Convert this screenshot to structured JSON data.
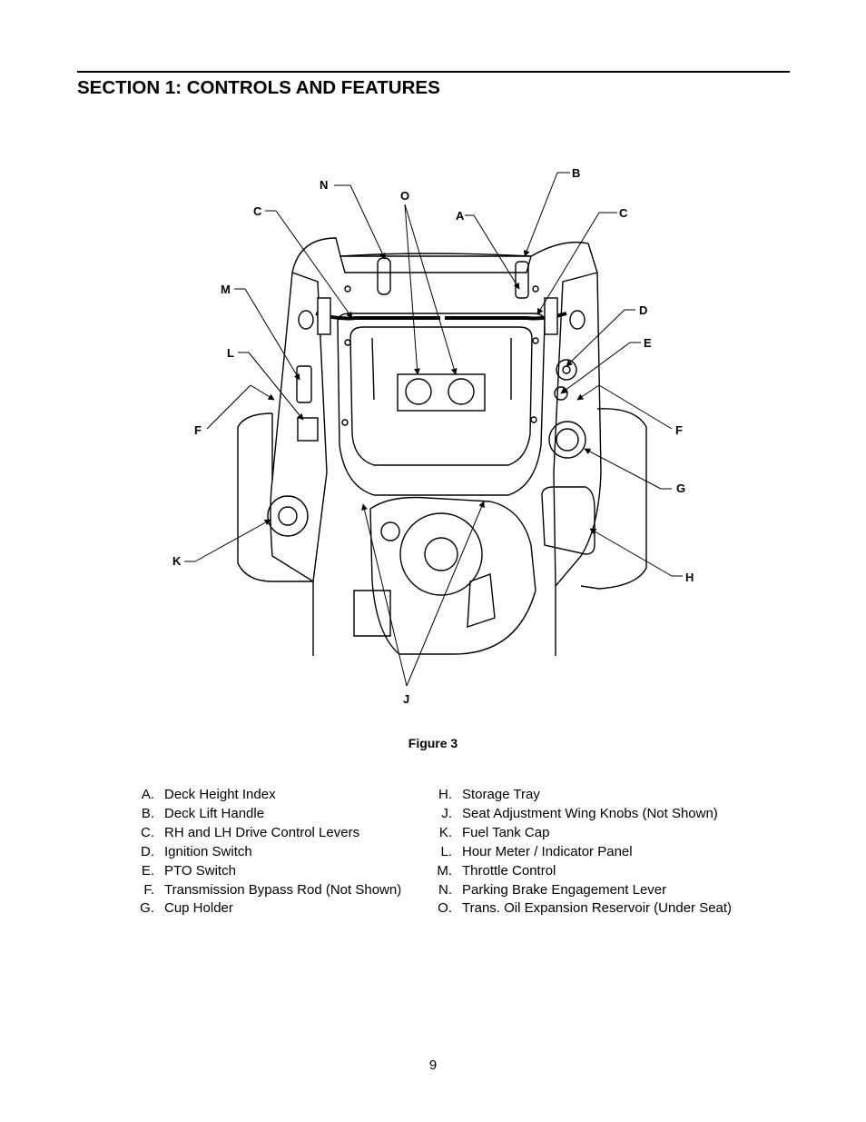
{
  "header": {
    "title": "SECTION 1: CONTROLS AND FEATURES"
  },
  "figure": {
    "caption": "Figure 3",
    "callouts": {
      "A": "A",
      "B": "B",
      "C": "C",
      "D": "D",
      "E": "E",
      "F": "F",
      "G": "G",
      "H": "H",
      "J": "J",
      "K": "K",
      "L": "L",
      "M": "M",
      "N": "N",
      "O": "O"
    }
  },
  "legend": {
    "left": [
      {
        "key": "A.",
        "label": "Deck Height Index"
      },
      {
        "key": "B.",
        "label": "Deck Lift Handle"
      },
      {
        "key": "C.",
        "label": "RH and LH Drive Control Levers"
      },
      {
        "key": "D.",
        "label": "Ignition Switch"
      },
      {
        "key": "E.",
        "label": "PTO Switch"
      },
      {
        "key": "F.",
        "label": "Transmission Bypass Rod (Not Shown)"
      },
      {
        "key": "G.",
        "label": "Cup Holder"
      }
    ],
    "right": [
      {
        "key": "H.",
        "label": "Storage Tray"
      },
      {
        "key": "J.",
        "label": "Seat Adjustment Wing Knobs (Not Shown)"
      },
      {
        "key": "K.",
        "label": "Fuel Tank Cap"
      },
      {
        "key": "L.",
        "label": "Hour Meter / Indicator Panel"
      },
      {
        "key": "M.",
        "label": "Throttle Control"
      },
      {
        "key": "N.",
        "label": "Parking Brake Engagement Lever"
      },
      {
        "key": "O.",
        "label": "Trans. Oil Expansion Reservoir (Under Seat)"
      }
    ]
  },
  "footer": {
    "page_number": "9"
  }
}
